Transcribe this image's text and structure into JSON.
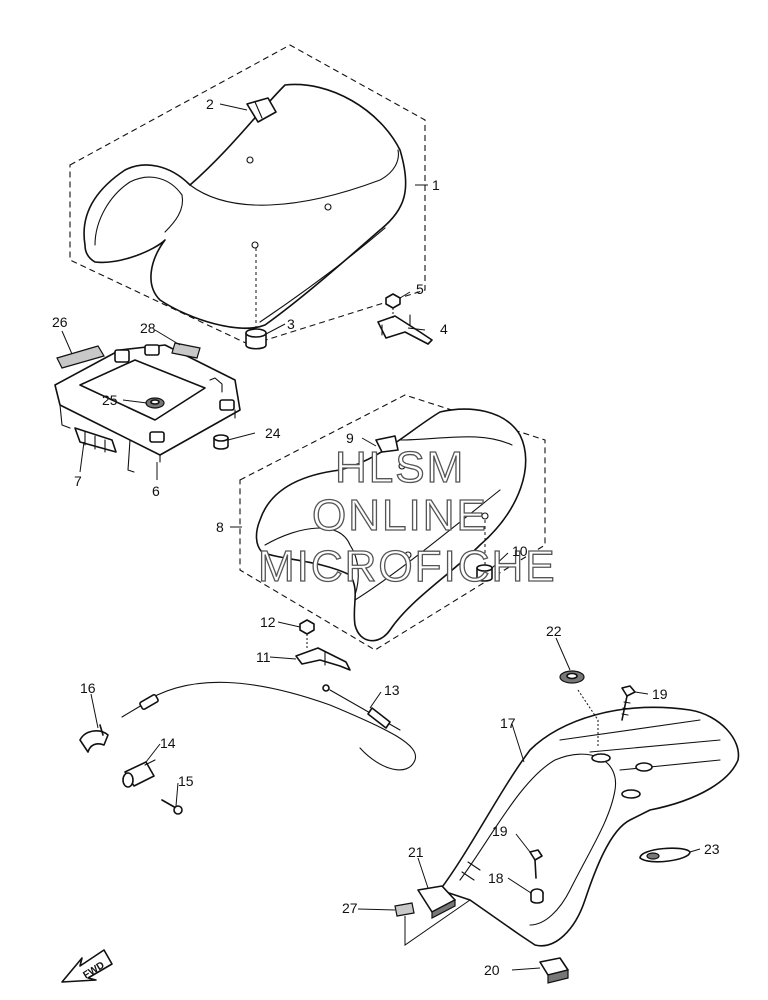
{
  "diagram": {
    "callouts": [
      "1",
      "2",
      "3",
      "4",
      "5",
      "6",
      "7",
      "8",
      "9",
      "10",
      "11",
      "12",
      "13",
      "14",
      "15",
      "16",
      "17",
      "18",
      "19",
      "19",
      "20",
      "21",
      "22",
      "23",
      "24",
      "25",
      "26",
      "27",
      "28"
    ],
    "watermark": {
      "line1": "HLSM",
      "line2": "ONLINE",
      "line3": "MICROFICHE"
    },
    "direction_label": "FWD"
  }
}
